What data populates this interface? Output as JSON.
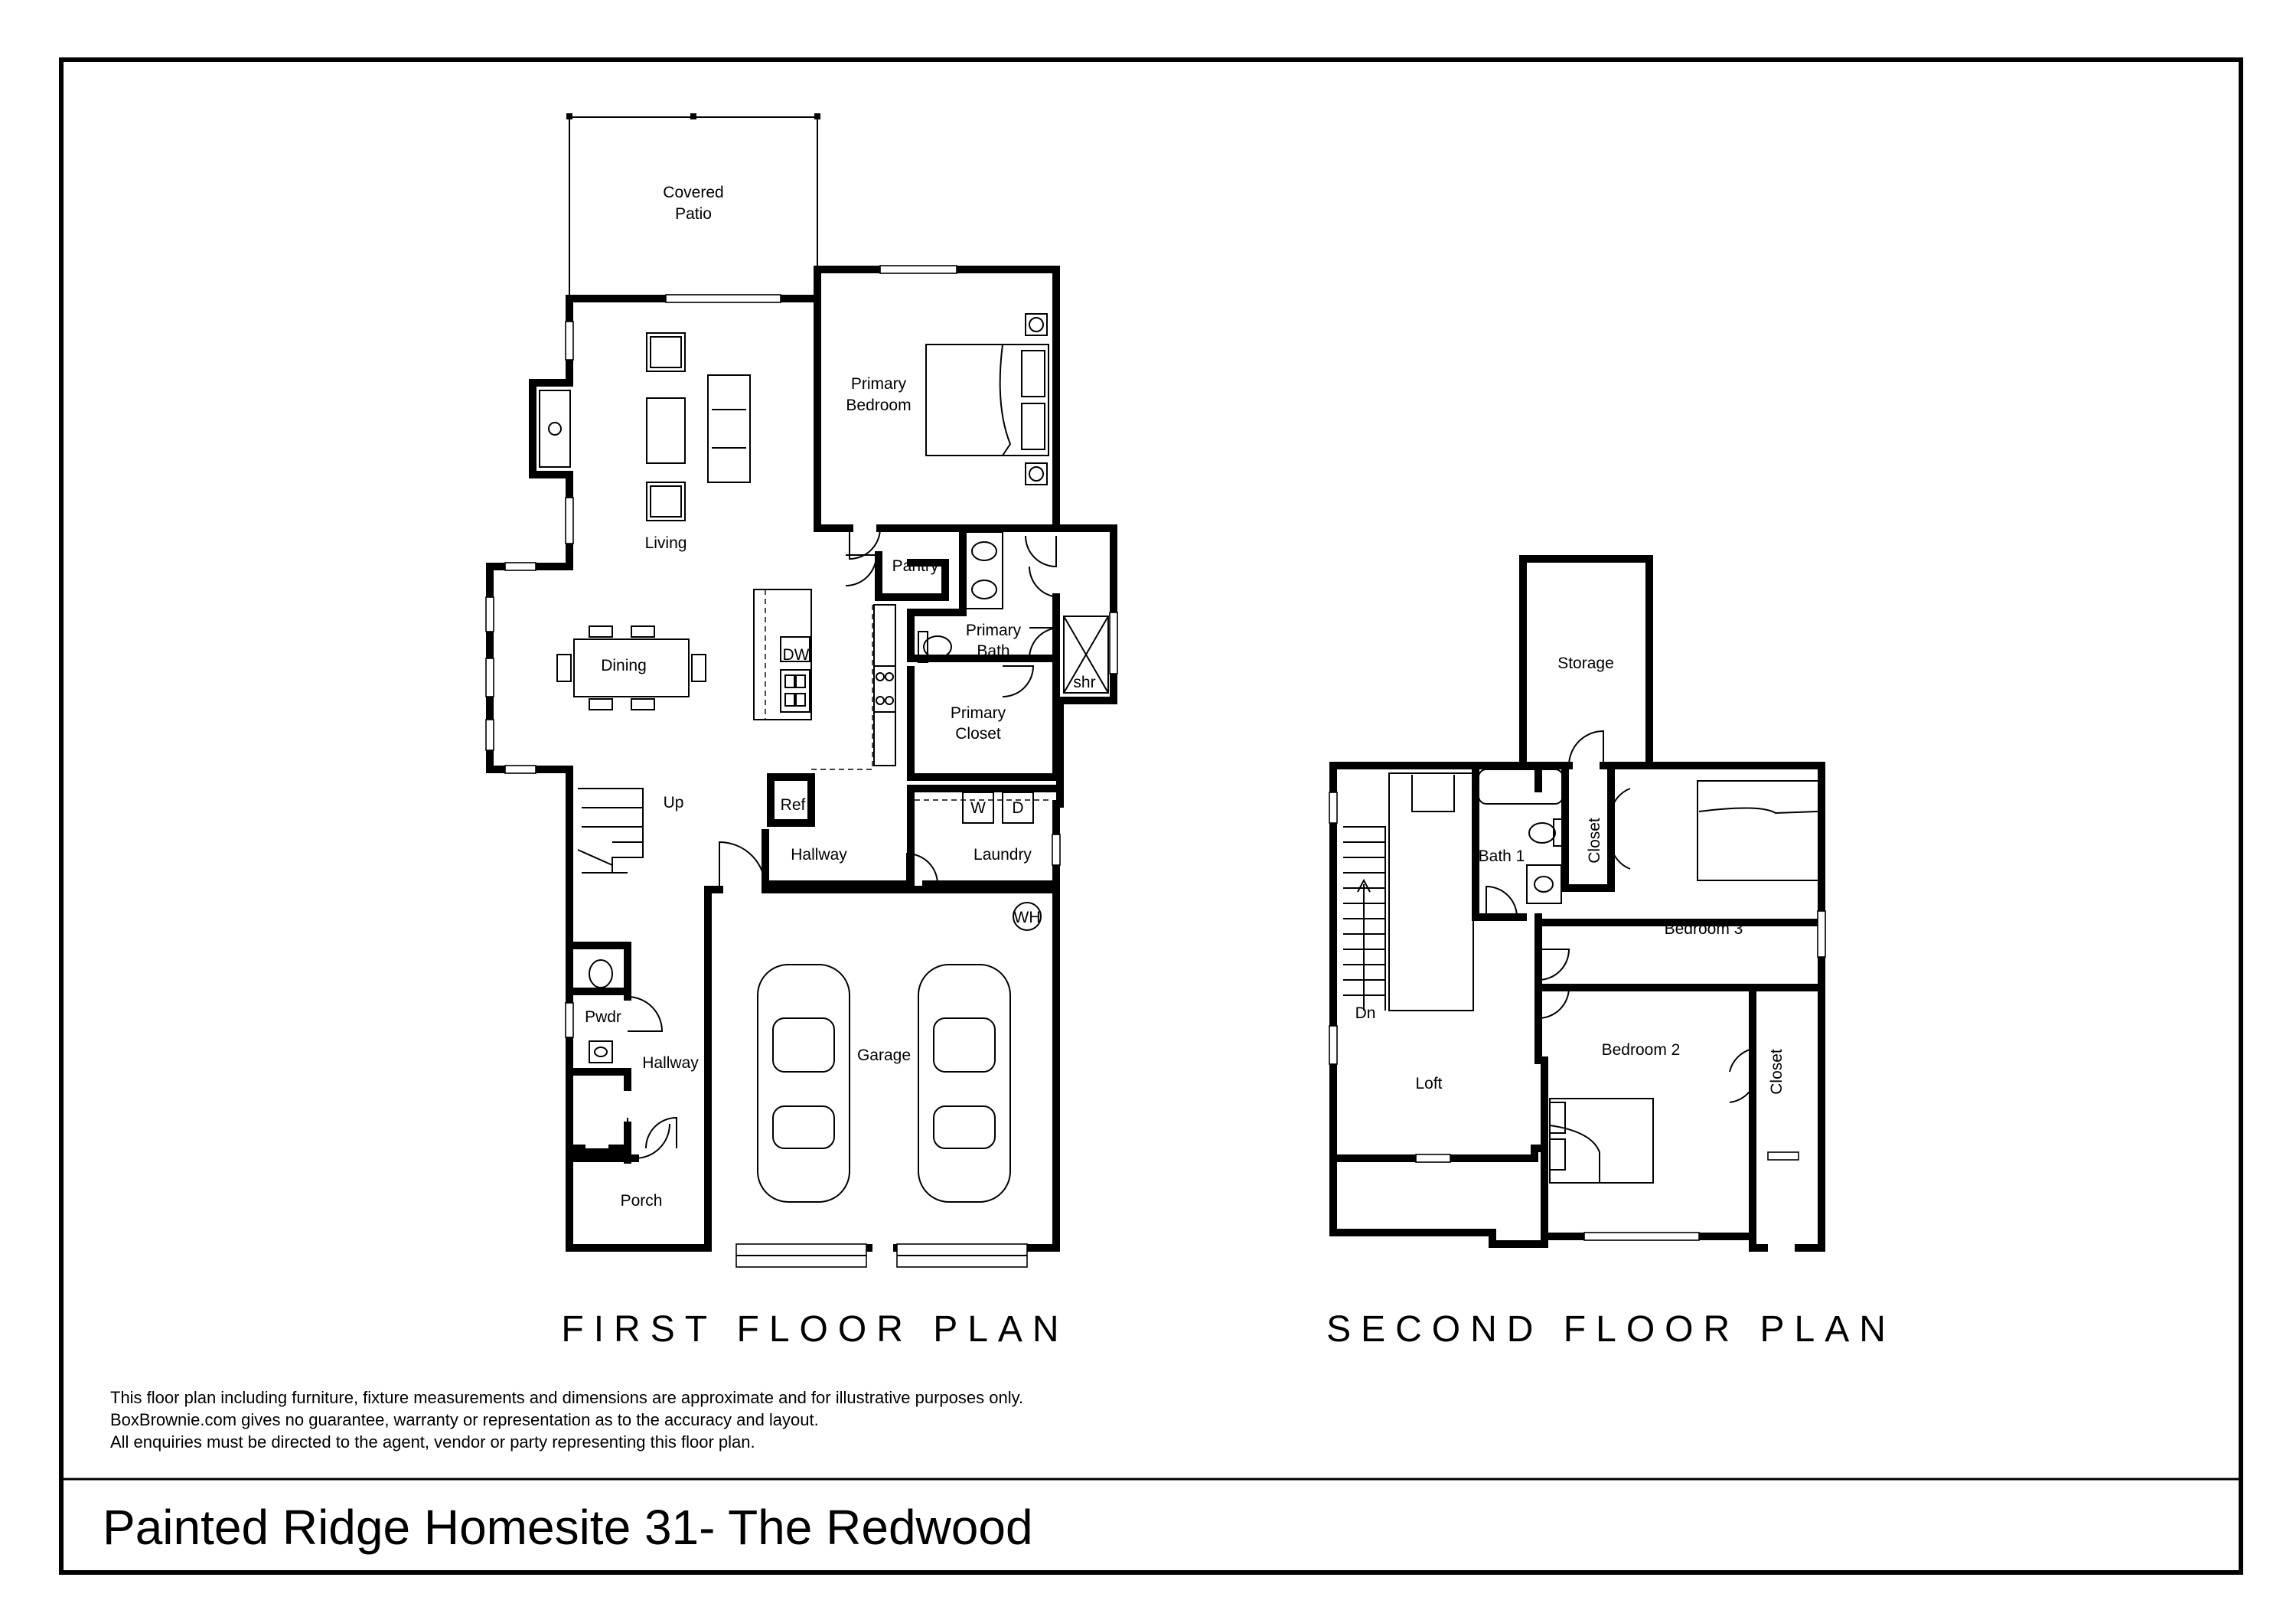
{
  "title": "Painted Ridge Homesite 31- The Redwood",
  "disclaimer": [
    "This floor plan including furniture, fixture measurements and dimensions are approximate and for illustrative purposes only.",
    "BoxBrownie.com gives no guarantee, warranty or representation as to the accuracy and layout.",
    "All enquiries must be directed to the agent, vendor or party representing this floor plan."
  ],
  "first_floor": {
    "caption": "FIRST FLOOR PLAN",
    "rooms": {
      "covered_patio": [
        "Covered",
        "Patio"
      ],
      "primary_bedroom": [
        "Primary",
        "Bedroom"
      ],
      "living": "Living",
      "dining": "Dining",
      "pantry": "Pantry",
      "primary_bath": [
        "Primary",
        "Bath"
      ],
      "primary_closet": [
        "Primary",
        "Closet"
      ],
      "shower": "shr",
      "dishwasher": "DW",
      "refrigerator": "Ref",
      "up": "Up",
      "hallway_upper": "Hallway",
      "laundry": "Laundry",
      "washer": "W",
      "dryer": "D",
      "water_heater": "WH",
      "garage": "Garage",
      "powder": "Pwdr",
      "hallway_lower": "Hallway",
      "porch": "Porch"
    }
  },
  "second_floor": {
    "caption": "SECOND FLOOR PLAN",
    "rooms": {
      "storage": "Storage",
      "bath_1": "Bath 1",
      "closet_b3": "Closet",
      "bedroom_3": "Bedroom 3",
      "down": "Dn",
      "loft": "Loft",
      "bedroom_2": "Bedroom 2",
      "closet_b2": "Closet"
    }
  }
}
